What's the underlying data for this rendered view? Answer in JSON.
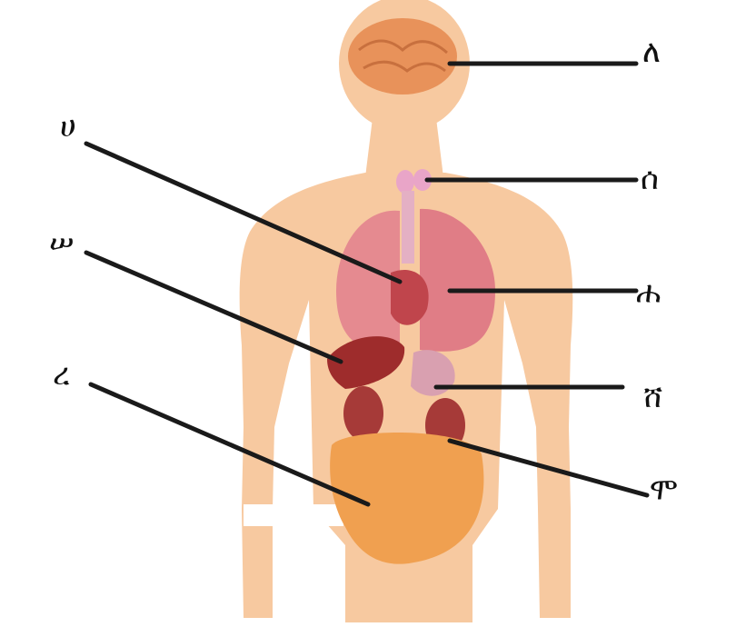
{
  "diagram": {
    "labels": {
      "ha": "ሀ",
      "me": "ሠ",
      "re": "ረ",
      "le": "ለ",
      "lu": "ሰ",
      "hha": "ሐ",
      "she": "ሸ",
      "mo": "ሞ"
    },
    "colors": {
      "skin": "#f7c9a0",
      "brain": "#e8925a",
      "lungs": "#e58a90",
      "heart": "#c0454c",
      "liver": "#9e2c2c",
      "stomach": "#d9a0b0",
      "kidney": "#a63a38",
      "intestine": "#f0a050",
      "thyroid": "#e9a5c8",
      "leader_line": "#1a1a1a"
    }
  }
}
